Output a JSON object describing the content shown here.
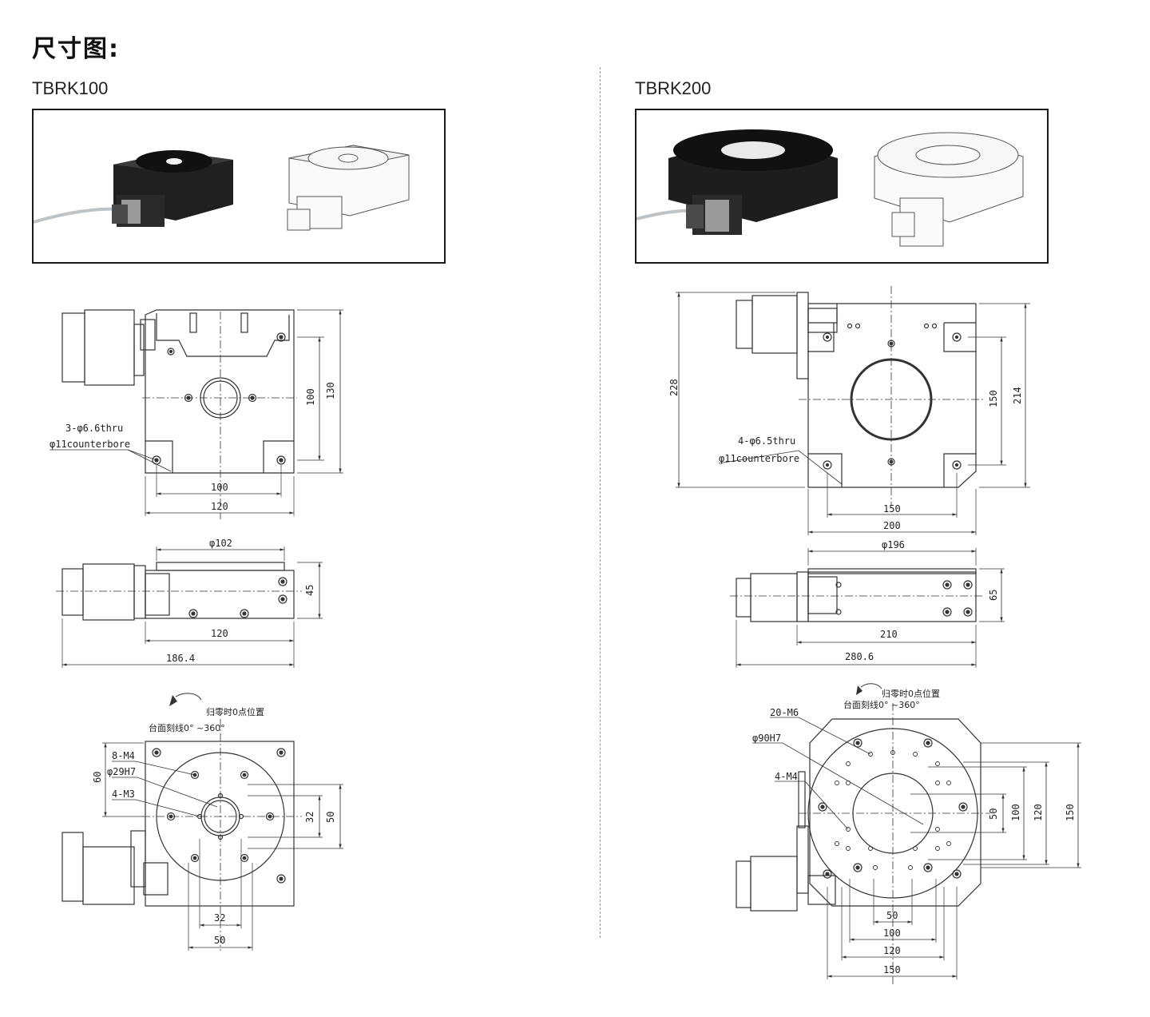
{
  "header": {
    "title": "尺寸图:"
  },
  "left": {
    "model": "TBRK100",
    "top_view": {
      "holes_note_1": "3-φ6.6thru",
      "holes_note_2": "φ11counterbore",
      "dim_100_h": "100",
      "dim_120_h": "120",
      "dim_100_v": "100",
      "dim_130_v": "130"
    },
    "side_view": {
      "dim_dia": "φ102",
      "dim_45": "45",
      "dim_120": "120",
      "dim_186": "186.4"
    },
    "table_view": {
      "home_note": "归零时0点位置",
      "scale_note": "台面刻线0° ~360°",
      "note_m4": "8-M4",
      "note_h7": "φ29H7",
      "note_m3": "4-M3",
      "dim_60": "60",
      "dim_32_v": "32",
      "dim_50_v": "50",
      "dim_32_h": "32",
      "dim_50_h": "50"
    }
  },
  "right": {
    "model": "TBRK200",
    "top_view": {
      "holes_note_1": "4-φ6.5thru",
      "holes_note_2": "φ11counterbore",
      "dim_228": "228",
      "dim_150_v": "150",
      "dim_214": "214",
      "dim_150_h": "150",
      "dim_200": "200"
    },
    "side_view": {
      "dim_dia": "φ196",
      "dim_65": "65",
      "dim_210": "210",
      "dim_280": "280.6"
    },
    "table_view": {
      "home_note": "归零时0点位置",
      "scale_note": "台面刻线0° ~360°",
      "note_m6": "20-M6",
      "note_h7": "φ90H7",
      "note_m4": "4-M4",
      "dim_50_v": "50",
      "dim_100_v": "100",
      "dim_120_v": "120",
      "dim_150_v": "150",
      "dim_50_h": "50",
      "dim_100_h": "100",
      "dim_120_h": "120",
      "dim_150_h": "150"
    }
  }
}
